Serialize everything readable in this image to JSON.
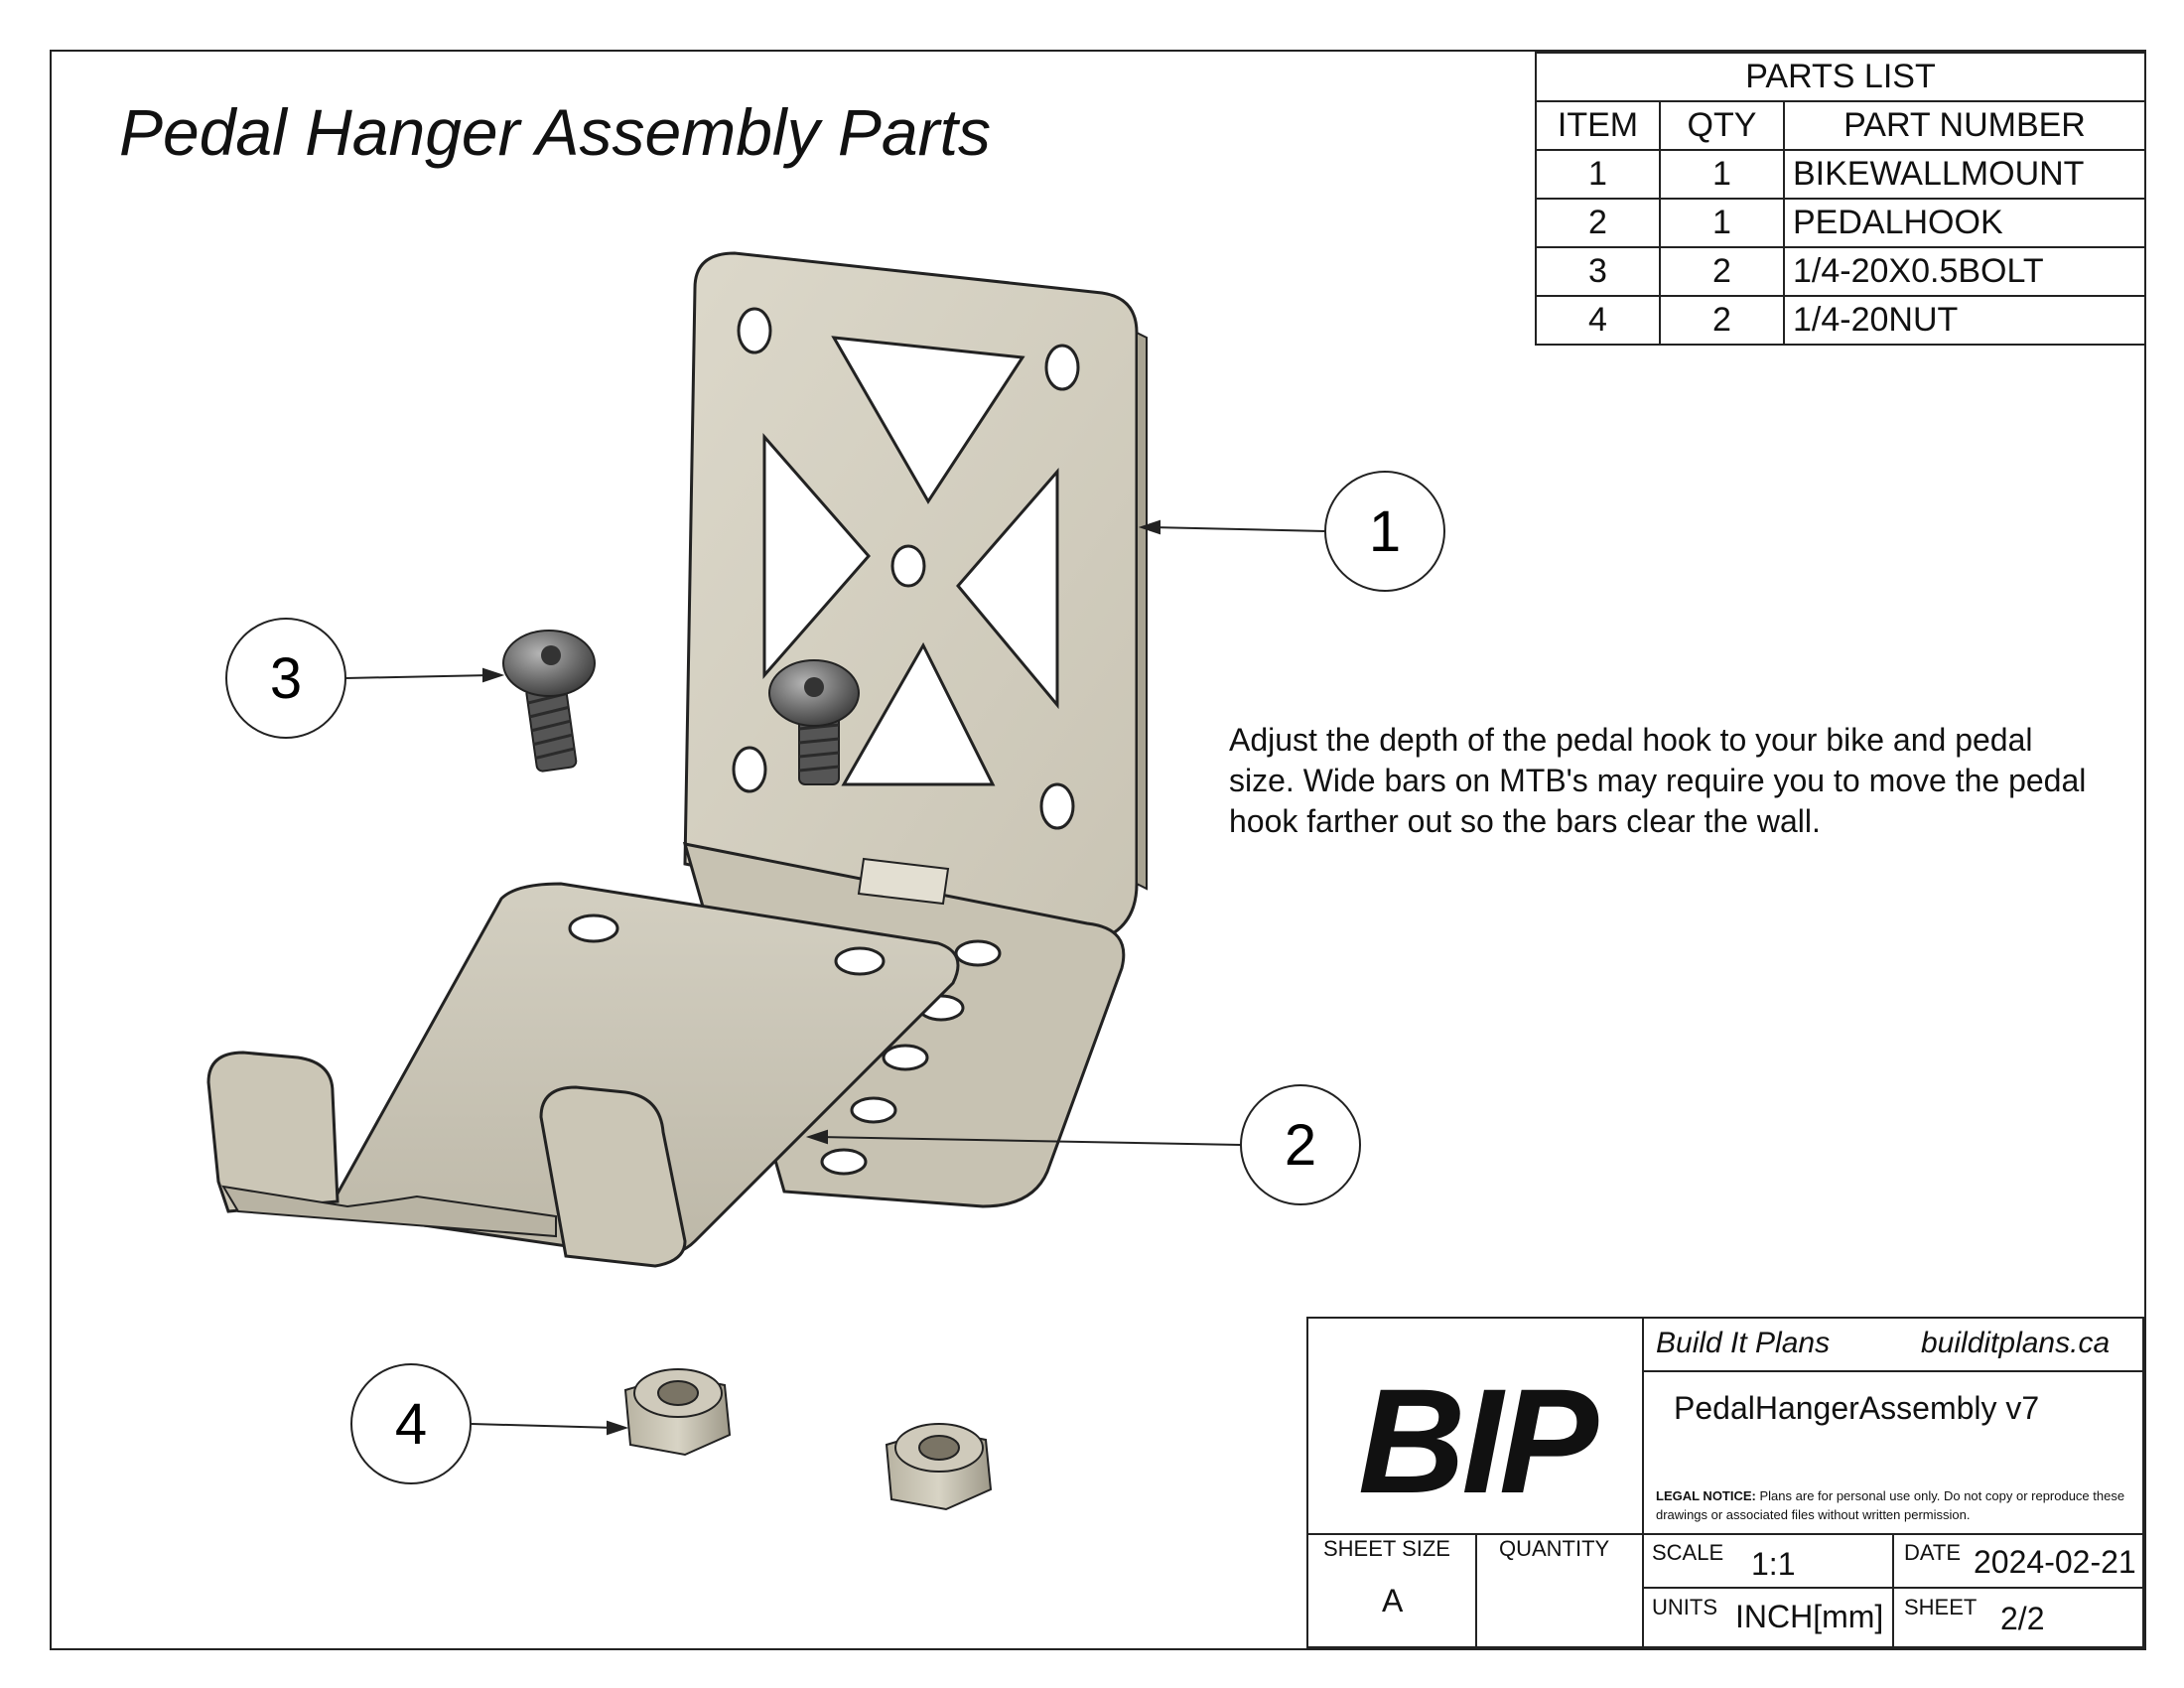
{
  "title": "Pedal Hanger Assembly Parts",
  "parts_list": {
    "heading": "PARTS LIST",
    "columns": [
      "ITEM",
      "QTY",
      "PART NUMBER"
    ],
    "rows": [
      {
        "item": "1",
        "qty": "1",
        "part": "BIKEWALLMOUNT"
      },
      {
        "item": "2",
        "qty": "1",
        "part": "PEDALHOOK"
      },
      {
        "item": "3",
        "qty": "2",
        "part": "1/4-20X0.5BOLT"
      },
      {
        "item": "4",
        "qty": "2",
        "part": "1/4-20NUT"
      }
    ]
  },
  "balloons": {
    "b1": "1",
    "b2": "2",
    "b3": "3",
    "b4": "4"
  },
  "note": "Adjust the depth of the pedal hook to your bike and pedal size. Wide bars on MTB's may require you to move the pedal hook farther out so the bars clear the wall.",
  "title_block": {
    "logo_text": "BIP",
    "company": "Build It Plans",
    "website": "builditplans.ca",
    "drawing_name": "PedalHangerAssembly v7",
    "legal_label": "LEGAL NOTICE:",
    "legal_text": "Plans are for personal use only. Do not copy or reproduce these drawings or associated files without written permission.",
    "sheet_size_label": "SHEET SIZE",
    "sheet_size": "A",
    "quantity_label": "QUANTITY",
    "quantity": "",
    "scale_label": "SCALE",
    "scale": "1:1",
    "date_label": "DATE",
    "date": "2024-02-21",
    "units_label": "UNITS",
    "units": "INCH[mm]",
    "sheet_label": "SHEET",
    "sheet": "2/2"
  },
  "colors": {
    "metal": "#d6d2c4",
    "metal_dark": "#b6b1a1",
    "bolt": "#6d6d6d",
    "line": "#222222"
  }
}
